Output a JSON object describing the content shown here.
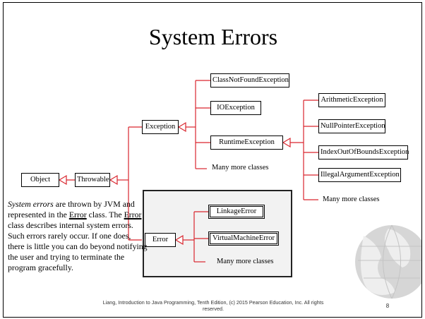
{
  "title": "System Errors",
  "nodes": {
    "object": "Object",
    "throwable": "Throwable",
    "exception": "Exception",
    "error": "Error",
    "class_not_found": "ClassNotFoundException",
    "io": "IOException",
    "runtime": "RuntimeException",
    "many_exception": "Many more classes",
    "arithmetic": "ArithmeticException",
    "null_pointer": "NullPointerException",
    "index_out_of_bounds": "IndexOutOfBoundsException",
    "illegal_argument": "IllegalArgumentException",
    "many_runtime": "Many more classes",
    "linkage": "LinkageError",
    "virtual_machine": "VirtualMachineError",
    "many_error": "Many more classes"
  },
  "paragraph": {
    "part1": "System errors",
    "part2": " are thrown by JVM and represented in the ",
    "part3": "Error",
    "part4": " class. The ",
    "part5": "Error",
    "part6": " class describes internal system errors. Such errors rarely occur. If one does, there is little you can do beyond notifying the user and trying to terminate the program gracefully."
  },
  "footer": {
    "line1": "Liang, Introduction to Java Programming, Tenth Edition, (c) 2015 Pearson Education, Inc. All rights reserved."
  },
  "page_number": "8",
  "colors": {
    "line": "#d9262e",
    "box_border": "#000000",
    "error_panel": "#f2f2f2"
  }
}
